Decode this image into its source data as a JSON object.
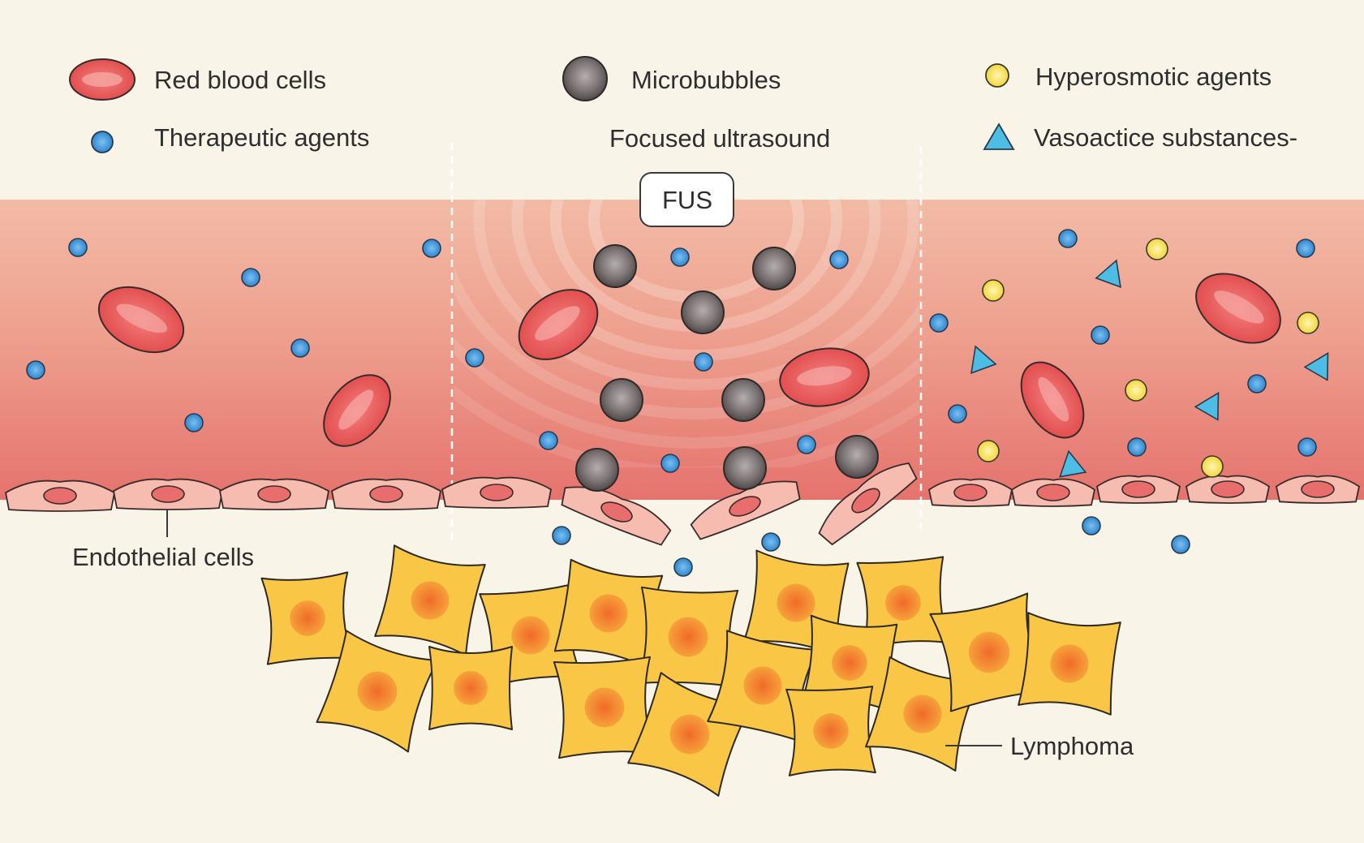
{
  "colors": {
    "background": "#f8f4e8",
    "vessel_top": "#f0b6a0",
    "vessel_bottom": "#e5736d",
    "red_blood_cell": "#e45756",
    "therapeutic_agent": "#3b8fd6",
    "microbubble": "#5e5656",
    "hyperosmotic_agent": "#f3dc4a",
    "vasoactive_substance": "#4dbde6",
    "endothelial_cell": "#f6bcb0",
    "endothelial_nucleus": "#e86d6d",
    "lymphoma_cell": "#f9c645",
    "lymphoma_nucleus": "#f08a2a"
  },
  "legend": {
    "red_blood_cells": "Red blood cells",
    "therapeutic_agents": "Therapeutic agents",
    "microbubbles": "Microbubbles",
    "focused_ultrasound": "Focused ultrasound",
    "hyperosmotic_agents": "Hyperosmotic agents",
    "vasoactive_substances": "Vasoactice substances-"
  },
  "labels": {
    "fus": "FUS",
    "endothelial_cells": "Endothelial cells",
    "lymphoma": "Lymphoma"
  }
}
